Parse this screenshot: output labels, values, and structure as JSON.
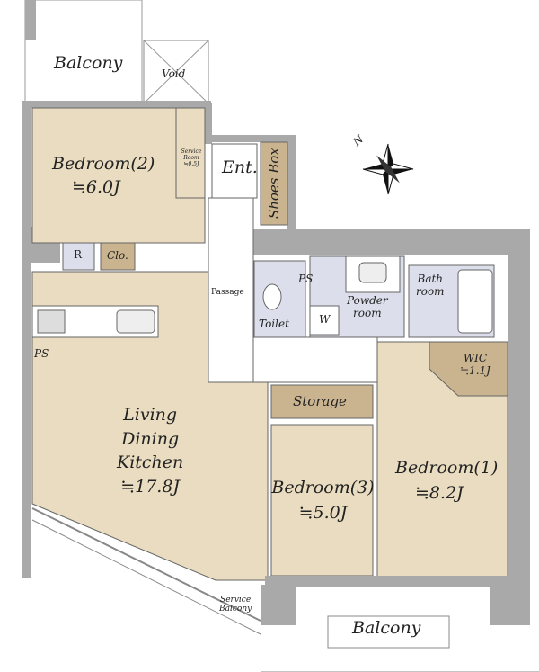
{
  "colors": {
    "wall": "#a9a9a9",
    "room": "#e9dcc0",
    "storage": "#c9b48f",
    "wet": "#dcdfeb",
    "outline": "#555555"
  },
  "rooms": {
    "balcony_top": "Balcony",
    "void": "Void",
    "bedroom2": {
      "name": "Bedroom(2)",
      "size": "≒6.0J"
    },
    "service_room": {
      "line1": "Service",
      "line2": "Room",
      "size": "≒0.5J"
    },
    "entrance": "Ent.",
    "shoes_box": "Shoes Box",
    "refrigerator": "R",
    "closet": "Clo.",
    "passage": "Passage",
    "ps_top": "PS",
    "ps_left": "PS",
    "toilet": "Toilet",
    "washer": "W",
    "powder_room": {
      "line1": "Powder",
      "line2": "room"
    },
    "bathroom": {
      "line1": "Bath",
      "line2": "room"
    },
    "wic": {
      "name": "WIC",
      "size": "≒1.1J"
    },
    "storage": "Storage",
    "ldk": {
      "line1": "Living",
      "line2": "Dining",
      "line3": "Kitchen",
      "size": "≒17.8J"
    },
    "bedroom3": {
      "name": "Bedroom(3)",
      "size": "≒5.0J"
    },
    "bedroom1": {
      "name": "Bedroom(1)",
      "size": "≒8.2J"
    },
    "service_balcony": {
      "line1": "Service",
      "line2": "Balcony"
    },
    "balcony_bottom": "Balcony"
  },
  "compass": {
    "label": "N"
  }
}
